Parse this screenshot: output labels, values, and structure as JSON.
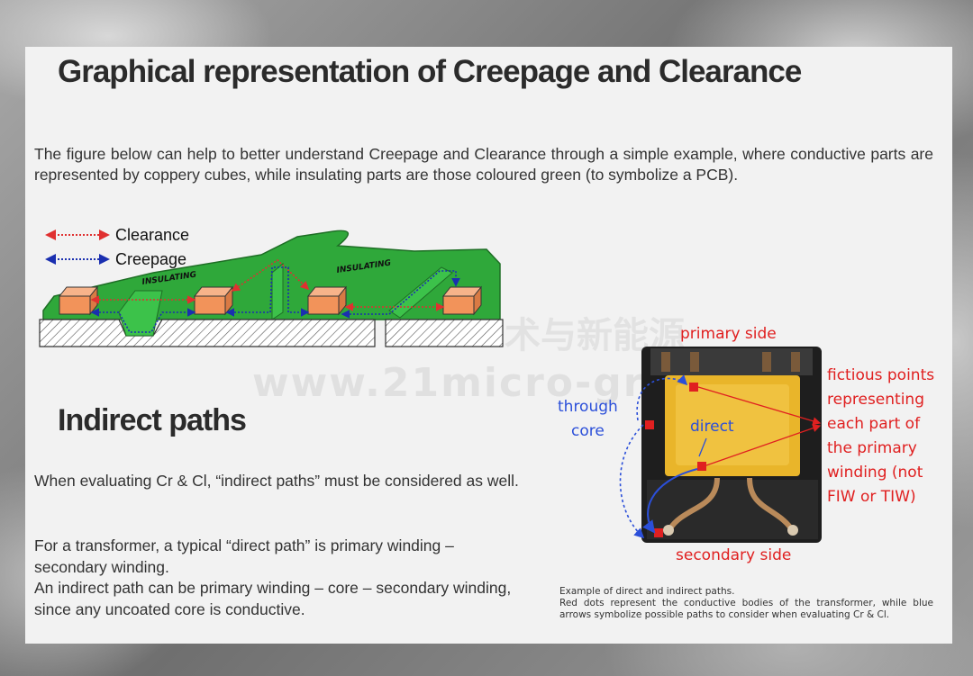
{
  "title": "Graphical representation of Creepage and Clearance",
  "intro": "The figure below can help to better understand Creepage and Clearance through a simple example, where conductive parts are represented by coppery cubes, while insulating parts are those coloured green (to symbolize a PCB).",
  "diagram": {
    "legend": {
      "clearance": "Clearance",
      "creepage": "Creepage"
    },
    "labels": {
      "insulating_1": "INSULATING",
      "insulating_2": "INSULATING"
    },
    "colors": {
      "clearance": "#e03030",
      "creepage": "#1a2fb0",
      "insulation": "#2fa83a",
      "copper": "#f2935a"
    }
  },
  "section": {
    "heading": "Indirect paths",
    "para1": "When evaluating Cr & Cl, “indirect paths” must be considered as well.",
    "para2": "For a transformer, a typical “direct path” is primary winding – secondary winding.",
    "para3": "An indirect path can be primary winding – core – secondary winding, since any uncoated core is  conductive."
  },
  "photo": {
    "primary_side": "primary side",
    "secondary_side": "secondary side",
    "through": "through",
    "core": "core",
    "direct": "direct",
    "fictious": [
      "fictious points",
      "representing",
      "each part of",
      "the primary",
      "winding (not",
      "FIW or TIW)"
    ]
  },
  "caption": {
    "line1": "Example of direct and indirect paths.",
    "line2": "Red dots represent the conductive bodies of the transformer, while blue arrows symbolize possible paths to consider when evaluating Cr & Cl."
  },
  "watermark": {
    "url": "www.21micro-grid",
    "cn": "术与新能源"
  }
}
